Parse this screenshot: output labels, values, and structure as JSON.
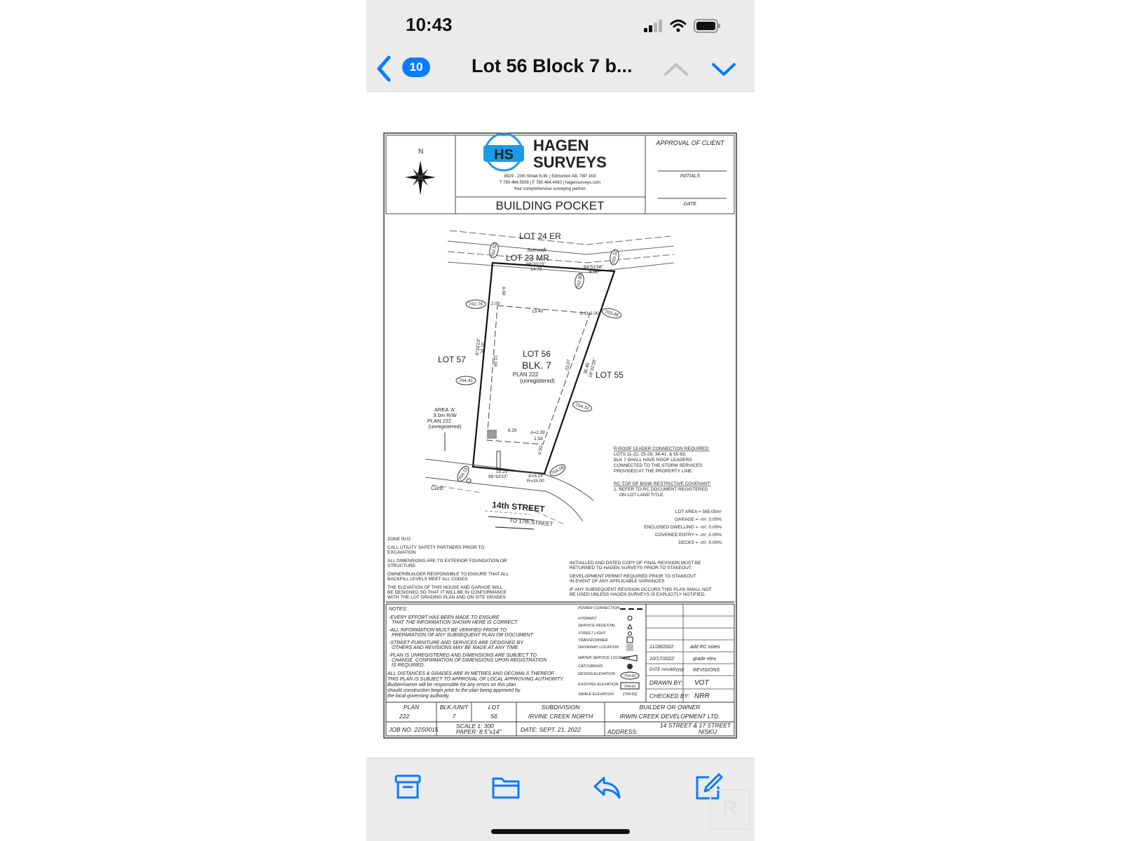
{
  "status_bar": {
    "time": "10:43"
  },
  "navbar": {
    "badge": "10",
    "title": "Lot 56 Block 7 b..."
  },
  "document": {
    "company_name_line1": "HAGEN",
    "company_name_line2": "SURVEYS",
    "logo_text": "HS",
    "address": "8929 - 20th Street N.W. | Edmonton AB, T6P 1K8",
    "phone_fax": "T 780.464.5506 | F 780.464.4450 | hagensurveys.com",
    "tagline": "Your comprehensive surveying partner.",
    "plan_title": "BUILDING POCKET",
    "north": "N",
    "approval_title": "APPROVAL OF CLIENT",
    "initials_label": "INITIALS",
    "date_label": "DATE",
    "lot_24": "LOT 24 ER",
    "sidewalk": "Sidewalk",
    "lot_23": "LOT 23 MR",
    "lot_56": "LOT 56",
    "blk_7": "BLK. 7",
    "plan_222": "PLAN 222",
    "unregistered": "(unregistered)",
    "lot_57": "LOT 57",
    "lot_55": "LOT 55",
    "area_a": "AREA 'A'",
    "row_3m": "3.0m R/W",
    "plan_222_b": "PLAN 222",
    "unregistered_b": "(unregistered)",
    "curb": "Curb",
    "street": "14th STREET",
    "to_17th": "TO 17th STREET",
    "elev_1": "702.50",
    "elev_2": "703.32",
    "elev_3": "702.80",
    "elev_4": "702.76",
    "elev_5": "703.48",
    "elev_6": "704.41",
    "elev_7": "704.32",
    "elev_8": "704.15",
    "elev_9": "704.06",
    "dim_front_angle": "96°33'23\"",
    "dim_front": "14.79",
    "dim_right_angle": "84°51'58\"",
    "dim_right_front": "6.31",
    "dim_600": "6.00",
    "dim_1340": "13.40",
    "dim_200": "2.00",
    "dim_211": "2.11",
    "dim_200b": "2.00",
    "dim_left_angle": "6°33'23\"",
    "dim_left": "34.20",
    "dim_2200": "22.00",
    "dim_2307": "23.07",
    "dim_right": "36.40",
    "dim_right_angle2": "18°32'28\"",
    "dim_829": "8.29",
    "dim_a239": "A=2.39",
    "dim_259": "2.59",
    "dim_450": "4.50",
    "dim_1029": "10.29",
    "dim_rear_angle": "96°33'23\"",
    "dim_a314": "A=3.14",
    "dim_r15": "R=15.00",
    "roof_title": "R-ROOF LEADER CONNECTION REQUIRED:",
    "roof_1": "LOTS 11-22, 25-29, 38-41, & 55-63,",
    "roof_2": "BLK 7 SHALL HAVE ROOF LEADERS",
    "roof_3": "CONNECTED TO THE STORM SERVICES",
    "roof_4": "PROVIDED AT THE PROPERTY LINE.",
    "rc_title": "RC-TOP OF BANK RESTRICTIVE COVENANT:",
    "rc_1": "1. REFER TO RC DOCUMENT REGISTERED",
    "rc_2": "ON LOT LAND TITLE.",
    "lot_area": "LOT AREA = 585.05m²",
    "garage": "GARAGE = -m², 0.00%",
    "dwelling": "ENCLOSED DWELLING = -m², 0.00%",
    "entry": "COVERED ENTRY = -m², 0.00%",
    "decks": "DECKS = -m², 0.00%",
    "zone": "ZONE RU2",
    "note_a1": "CALL UTILITY SAFETY PARTNERS PRIOR TO",
    "note_a2": "EXCAVATION",
    "note_b1": "ALL DIMENSIONS ARE TO EXTERIOR FOUNDATION OR",
    "note_b2": "STRUCTURE",
    "note_c1": "OWNER/BUILDER RESPONSIBLE TO ENSURE THAT ALL",
    "note_c2": "BACKFILL LEVELS MEET ALL CODES",
    "note_d1": "THE ELEVATION OF THIS HOUSE AND GARAGE WILL",
    "note_d2": "BE DESIGNED SO THAT IT WILL BE IN CONFORMANCE",
    "note_d3": "WITH THE LOT GRADING PLAN AND ON SITE GRADES",
    "note_e1": "INITIALLED AND DATED COPY OF FINAL REVISION MUST BE",
    "note_e2": "RETURNED TO HAGEN SURVEYS PRIOR TO STAKEOUT",
    "note_f1": "DEVELOPMENT PERMIT REQUIRED PRIOR TO STAKEOUT",
    "note_f2": "IN EVENT OF ANY APPLICABLE VARIANCES",
    "note_g1": "IF ANY SUBSEQUENT REVISION OCCURS THIS PLAN SHALL NOT",
    "note_g2": "BE USED UNLESS HAGEN SURVEYS IS EXPLICITLY NOTIFIED.",
    "notes_title": "NOTES:",
    "n1a": "-EVERY EFFORT HAS BEEN MADE TO ENSURE",
    "n1b": "THAT THE INFORMATION SHOWN HERE IS CORRECT.",
    "n2a": "-ALL INFORMATION MUST BE VERIFIED PRIOR TO",
    "n2b": "PREPARATION OF ANY SUBSEQUENT PLAN OR DOCUMENT",
    "n3a": "-STREET FURNITURE AND SERVICES ARE DESIGNED BY",
    "n3b": "OTHERS AND REVISIONS MAY BE MADE AT ANY TIME.",
    "n4a": "-PLAN IS UNREGISTERED AND DIMENSIONS ARE SUBJECT TO",
    "n4b": "CHANGE. CONFIRMATION OF DIMENSIONS UPON REGISTRATION",
    "n4c": "IS REQUIRED.",
    "n5a": "ALL DISTANCES & GRADES ARE IN METRES AND DECIMALS THEREOF.",
    "n5b": "THIS PLAN IS SUBJECT TO APPROVAL OF LOCAL APPROVING AUTHORITY.",
    "n5c": "Builder/owner will be responsible for any errors on this plan",
    "n5d": "should construction begin prior to the plan being approved by",
    "n5e": "the local governing authority.",
    "leg_power": "POWER CONNECTION",
    "leg_hydrant": "HYDRANT",
    "leg_pedestal": "SERVICE PEDESTAL",
    "leg_light": "STREET LIGHT",
    "leg_transformer": "TRANSFORMER",
    "leg_driveway": "DRIVEWAY LOCATION",
    "leg_water": "WATER SERVICE LOCATION",
    "leg_catch": "CATCHBASIN",
    "leg_design": "DESIGN ELEVATION",
    "leg_existing": "EXISTING ELEVATION",
    "leg_swale": "SWALE ELEVATION",
    "leg_val_design": "704.60",
    "leg_val_existing": "704.60",
    "leg_val_swale": "(704.60)",
    "rev1_date": "11/28/2022",
    "rev1_desc": "add RC notes",
    "rev2_date": "10/17/2022",
    "rev2_desc": "grade elev.",
    "rev_date_hdr": "DATE mm/dd/yyyy",
    "rev_hdr": "REVISIONS",
    "drawn_label": "DRAWN BY:",
    "drawn_val": "VOT",
    "checked_label": "CHECKED BY:",
    "checked_val": "NRR",
    "plan_hdr": "PLAN",
    "plan_val": "222",
    "blk_hdr": "BLK./UNIT",
    "blk_val": "7",
    "lot_hdr": "LOT",
    "lot_val": "56",
    "subdiv_hdr": "SUBDIVISION",
    "subdiv_val": "IRVINE CREEK NORTH",
    "builder_hdr": "BUILDER OR OWNER",
    "builder_val": "IRWIN CREEK DEVELOPMENT LTD.",
    "job": "JOB NO. 22S0015",
    "scale": "SCALE 1: 300",
    "paper": "PAPER: 8.5\"x14\"",
    "date": "DATE: SEPT. 21, 2022",
    "address_label": "ADDRESS:",
    "address_val1": "14 STREET & 17 STREET",
    "address_val2": "NISKU"
  },
  "toolbar": {
    "archive": "archive-icon",
    "folder": "folder-icon",
    "reply": "reply-icon",
    "compose": "compose-icon"
  },
  "colors": {
    "accent": "#0a7bff",
    "logo": "#1a9be6"
  }
}
